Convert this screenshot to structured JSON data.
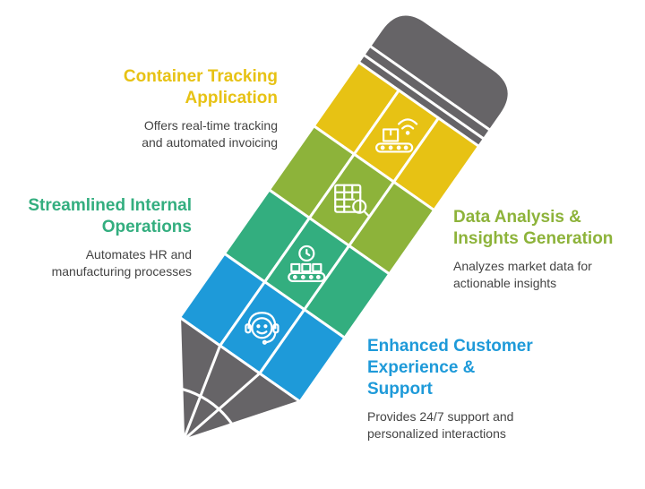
{
  "sections": [
    {
      "id": "container",
      "title_lines": [
        "Container Tracking",
        "Application"
      ],
      "desc_lines": [
        "Offers real-time tracking",
        "and automated invoicing"
      ],
      "color": "#E7C214",
      "icon": "conveyor-wifi-icon"
    },
    {
      "id": "data",
      "title_lines": [
        "Data Analysis &",
        "Insights Generation"
      ],
      "desc_lines": [
        "Analyzes market data for",
        "actionable insights"
      ],
      "color": "#8DB33A",
      "icon": "table-search-icon"
    },
    {
      "id": "internal",
      "title_lines": [
        "Streamlined Internal",
        "Operations"
      ],
      "desc_lines": [
        "Automates HR and",
        "manufacturing processes"
      ],
      "color": "#33AE7F",
      "icon": "clock-conveyor-icon"
    },
    {
      "id": "customer",
      "title_lines": [
        "Enhanced Customer",
        "Experience &",
        "Support"
      ],
      "desc_lines": [
        "Provides 24/7 support and",
        "personalized interactions"
      ],
      "color": "#1E9AD9",
      "icon": "headset-support-icon"
    }
  ],
  "pencil_colors": {
    "body": "#666467",
    "stroke": "#ffffff"
  }
}
